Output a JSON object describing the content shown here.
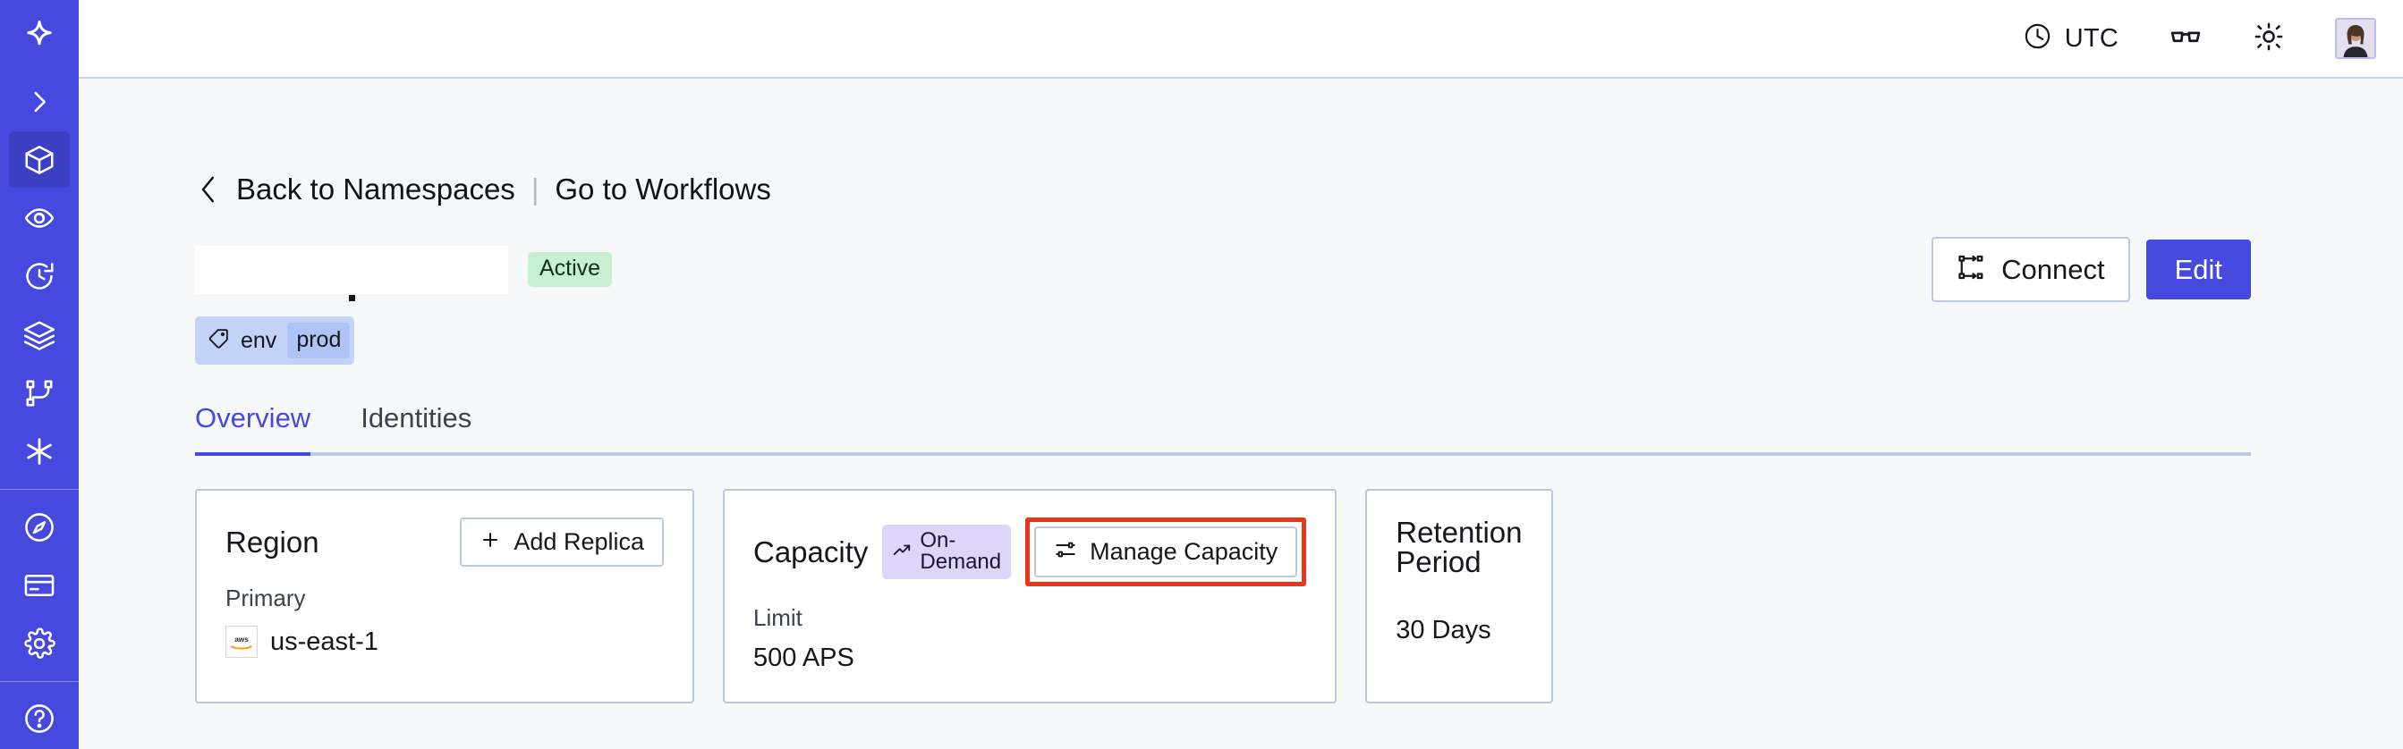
{
  "sidebar": {
    "logo": {
      "icon": "temporal-star-logo"
    },
    "items": [
      {
        "icon": "chevron-right-icon",
        "name": "expand-sidebar",
        "active": false
      },
      {
        "icon": "cube-icon",
        "name": "namespaces",
        "active": true
      },
      {
        "icon": "eye-icon",
        "name": "observability",
        "active": false
      },
      {
        "icon": "history-clock-icon",
        "name": "schedules",
        "active": false
      },
      {
        "icon": "layers-icon",
        "name": "batch-operations",
        "active": false
      },
      {
        "icon": "workflow-branch-icon",
        "name": "workflows",
        "active": false
      },
      {
        "icon": "asterisk-icon",
        "name": "nexus",
        "active": false
      },
      {
        "icon": "usage-gauge-icon",
        "name": "usage",
        "active": false
      },
      {
        "icon": "credit-card-icon",
        "name": "billing",
        "active": false
      },
      {
        "icon": "gear-icon",
        "name": "settings",
        "active": false
      },
      {
        "icon": "help-circle-icon",
        "name": "help",
        "active": false
      }
    ]
  },
  "topbar": {
    "timezone_label": "UTC",
    "timezone_icon": "clock-icon",
    "glasses_icon": "glasses-icon",
    "theme_icon": "sun-icon",
    "avatar_icon": "user-avatar"
  },
  "breadcrumb": {
    "back_icon": "chevron-left-icon",
    "back_label": "Back to Namespaces",
    "separator": "|",
    "forward_label": "Go to Workflows"
  },
  "namespace": {
    "name_redacted": "",
    "status_badge": "Active",
    "tag": {
      "icon": "tag-icon",
      "key": "env",
      "value": "prod"
    }
  },
  "actions": {
    "connect_label": "Connect",
    "connect_icon": "connect-flow-icon",
    "edit_label": "Edit"
  },
  "tabs": [
    {
      "label": "Overview",
      "active": true
    },
    {
      "label": "Identities",
      "active": false
    }
  ],
  "cards": {
    "region": {
      "title": "Region",
      "action_label": "Add Replica",
      "action_icon": "plus-icon",
      "sublabel": "Primary",
      "provider_icon": "aws-logo",
      "value": "us-east-1"
    },
    "capacity": {
      "title": "Capacity",
      "badge_label": "On-Demand",
      "badge_icon": "trending-up-icon",
      "action_label": "Manage Capacity",
      "action_icon": "sliders-icon",
      "action_highlighted": true,
      "sublabel": "Limit",
      "value": "500 APS"
    },
    "retention": {
      "title": "Retention Period",
      "value": "30 Days"
    }
  },
  "colors": {
    "brand_indigo": "#4549DE",
    "sidebar_active": "#3A3FC4",
    "page_bg": "#F7F8FA",
    "card_border": "#BCC8DE",
    "badge_active_bg": "#C7EFD1",
    "badge_ondemand_bg": "#DED6FA",
    "tag_bg": "#C3D2F7",
    "tag_value_bg": "#AEC4F5",
    "annotation_red": "#E8361B"
  }
}
